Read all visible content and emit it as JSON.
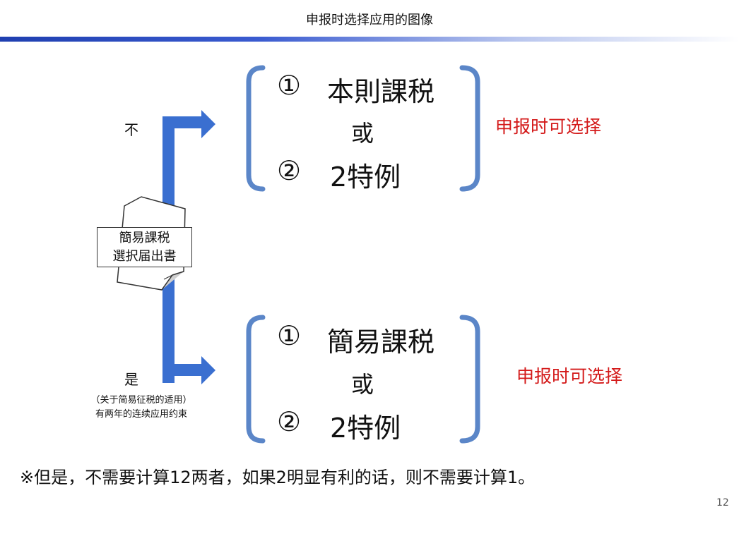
{
  "header": {
    "title": "申报时选择应用的图像"
  },
  "branch_no": {
    "label": "不"
  },
  "branch_yes": {
    "label": "是",
    "note_line1": "（关于简易征税的适用）",
    "note_line2": "有两年的连续应用约束"
  },
  "document": {
    "line1": "簡易課税",
    "line2": "選択届出書"
  },
  "top_group": {
    "option1_num": "①",
    "option1_text": "本則課税",
    "or": "或",
    "option2_num": "②",
    "option2_text": "2特例",
    "choice_note": "申报时可选择"
  },
  "bottom_group": {
    "option1_num": "①",
    "option1_text": "簡易課税",
    "or": "或",
    "option2_num": "②",
    "option2_text": "2特例",
    "choice_note": "申报时可选择"
  },
  "footnote": "※但是，不需要计算12两者，如果2明显有利的话，则不需要计算1。",
  "page_number": "12",
  "colors": {
    "arrow": "#3a6fd0",
    "bracket": "#5b86c8",
    "highlight": "#d41a1a",
    "title_bar": "#1f3fb0"
  }
}
